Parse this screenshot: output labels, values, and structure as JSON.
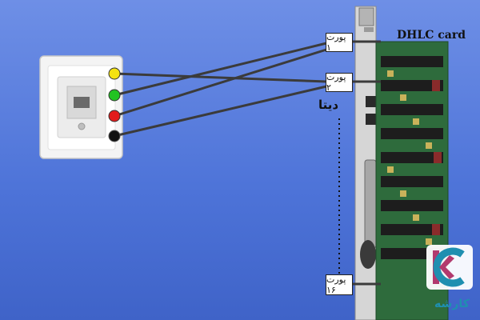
{
  "diagram": {
    "card_title": "DHLC card",
    "port_labels": [
      "پورت ۱",
      "پورت ۲",
      "پورت ۱۶"
    ],
    "data_label": "دیتا",
    "brand_text": "کارشه",
    "dot_colors": [
      "#f4e211",
      "#22c322",
      "#e21b1b",
      "#111111"
    ],
    "colors": {
      "background": "#5679db",
      "wire": "#3b3b3b",
      "card_board": "#2e6b3c",
      "brand": "#1f8fb0"
    }
  }
}
